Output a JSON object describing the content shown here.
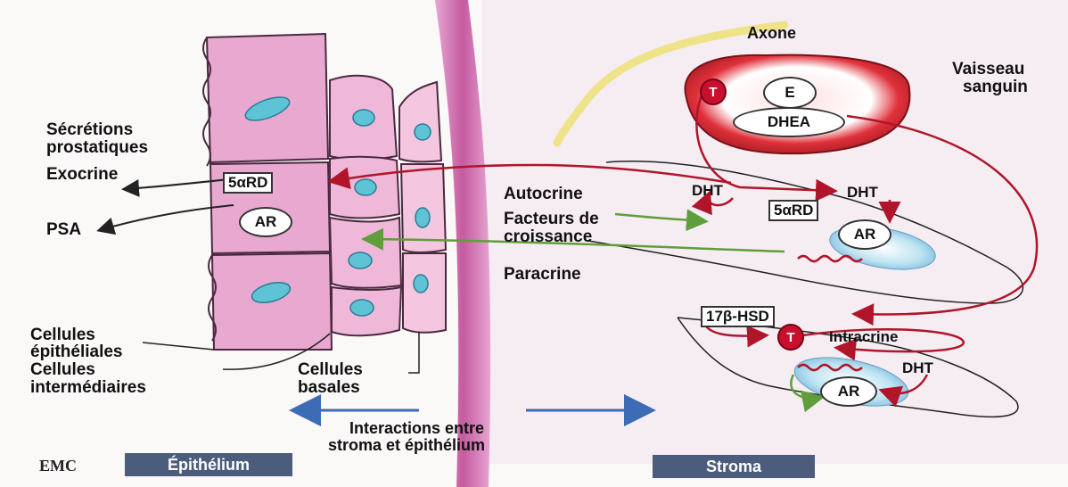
{
  "labels": {
    "axone": "Axone",
    "vaisseau": "Vaisseau",
    "sanguin": "sanguin",
    "secretions_1": "Sécrétions",
    "secretions_2": "prostatiques",
    "exocrine": "Exocrine",
    "psa": "PSA",
    "autocrine": "Autocrine",
    "facteurs_1": "Facteurs de",
    "facteurs_2": "croissance",
    "paracrine": "Paracrine",
    "intracrine": "Intracrine",
    "cell_epi_1": "Cellules",
    "cell_epi_2": "épithéliales",
    "cell_int_1": "Cellules",
    "cell_int_2": "intermédiaires",
    "cell_bas_1": "Cellules",
    "cell_bas_2": "basales",
    "interactions_1": "Interactions entre",
    "interactions_2": "stroma et épithélium",
    "epithelium": "Épithélium",
    "stroma": "Stroma",
    "emc": "EMC"
  },
  "molecules": {
    "t": "T",
    "e": "E",
    "dhea": "DHEA",
    "dht": "DHT",
    "enzyme_5ard": "5αRD",
    "enzyme_17bhsd": "17β-HSD",
    "ar": "AR"
  },
  "colors": {
    "epithelial_cell": "#e8a8cf",
    "nucleus": "#5fc3d6",
    "membrane_band": "#c55aa0",
    "vessel": "#d42a33",
    "arrow_red": "#b0152a",
    "arrow_green": "#5f9e3a",
    "axon": "#efe38a",
    "band_blue": "#4b5c7d"
  }
}
